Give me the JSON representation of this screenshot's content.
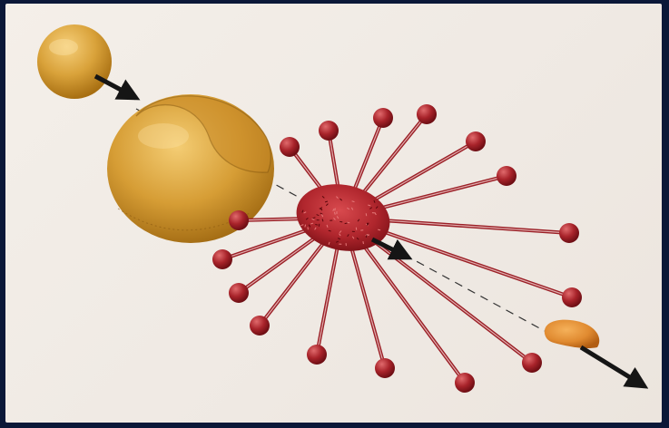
{
  "colors": {
    "background": "#0b1838",
    "paper": "#f1ebe5",
    "nucleus_gold": "#d9a23a",
    "nucleus_gold_dark": "#a86f12",
    "fragment_red": "#a8232a",
    "fragment_red_dark": "#6e0e14",
    "arrow": "#1a1a1a"
  },
  "icons": {
    "incoming_nucleus": "gold-sphere",
    "target_nucleus": "gold-sphere",
    "fireball": "red-spiky-sphere",
    "fragment": "red-ball-on-stick",
    "spectator_fragment": "orange-ellipsoid"
  }
}
